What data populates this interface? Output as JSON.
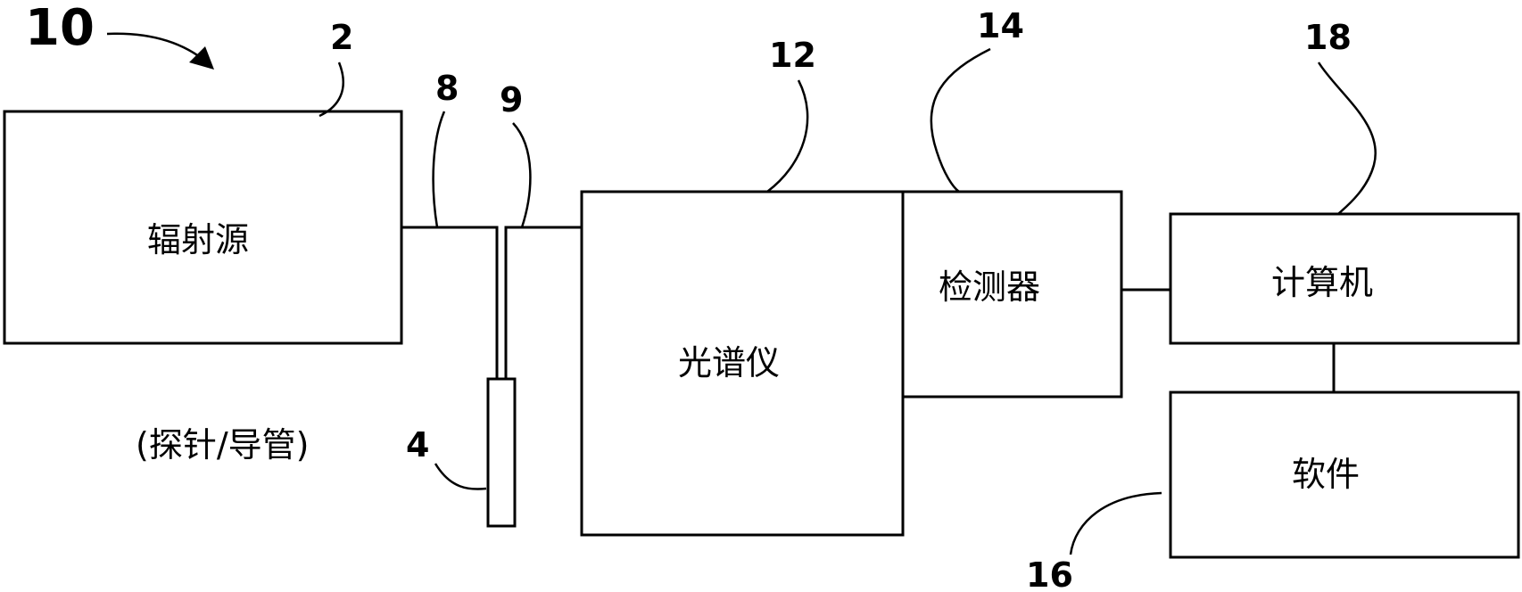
{
  "figure_number": "10",
  "components": {
    "radiation_source": {
      "ref": "2",
      "label": "辐射源"
    },
    "probe": {
      "ref": "4",
      "label": "(探针/导管)"
    },
    "fiber_in": {
      "ref": "8"
    },
    "fiber_out": {
      "ref": "9"
    },
    "spectrometer": {
      "ref": "12",
      "label": "光谱仪"
    },
    "detector": {
      "ref": "14",
      "label": "检测器"
    },
    "software": {
      "ref": "16",
      "label": "软件"
    },
    "computer": {
      "ref": "18",
      "label": "计算机"
    }
  },
  "colors": {
    "line": "#000000",
    "background": "#ffffff"
  }
}
